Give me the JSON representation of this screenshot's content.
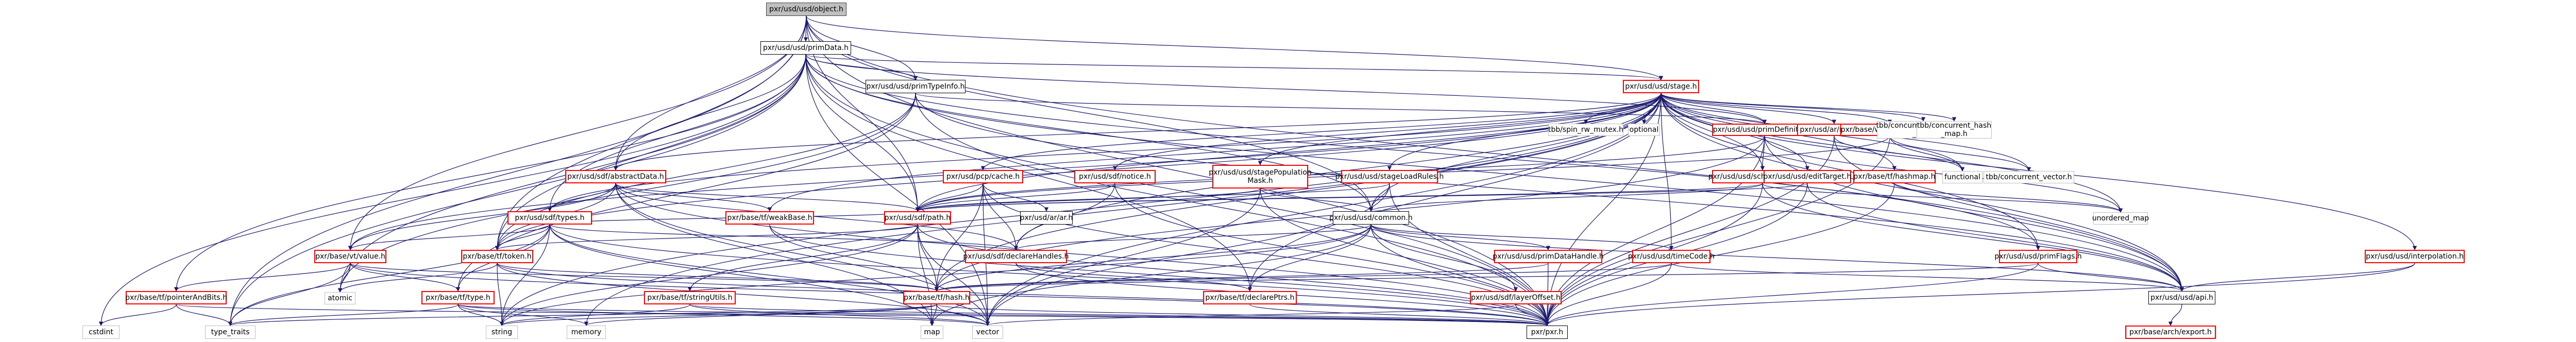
{
  "graph": {
    "type": "include-dependency-graph",
    "root": "pxr/usd/usd/object.h",
    "nodes": [
      {
        "id": "object",
        "label": "pxr/usd/usd/object.h",
        "style": "root"
      },
      {
        "id": "primData",
        "label": "pxr/usd/usd/primData.h",
        "style": "black"
      },
      {
        "id": "primTypeInfo",
        "label": "pxr/usd/usd/primTypeInfo.h",
        "style": "black"
      },
      {
        "id": "stage",
        "label": "pxr/usd/usd/stage.h",
        "style": "red"
      },
      {
        "id": "spin",
        "label": "tbb/spin_rw_mutex.h",
        "style": "gray"
      },
      {
        "id": "optional",
        "label": "optional",
        "style": "gray"
      },
      {
        "id": "primDefinition",
        "label": "pxr/usd/usd/primDefinition.h",
        "style": "red"
      },
      {
        "id": "arNotice",
        "label": "pxr/usd/ar/notice.h",
        "style": "red"
      },
      {
        "id": "dispatcher",
        "label": "pxr/base/work/dispatcher.h",
        "style": "red"
      },
      {
        "id": "cuset",
        "label": "tbb/concurrent_unordered\n_set.h",
        "style": "gray"
      },
      {
        "id": "chmap",
        "label": "tbb/concurrent_hash\n_map.h",
        "style": "gray"
      },
      {
        "id": "abstractData",
        "label": "pxr/usd/sdf/abstractData.h",
        "style": "red"
      },
      {
        "id": "pcpCache",
        "label": "pxr/usd/pcp/cache.h",
        "style": "red"
      },
      {
        "id": "sdfNotice",
        "label": "pxr/usd/sdf/notice.h",
        "style": "red"
      },
      {
        "id": "popMask",
        "label": "pxr/usd/usd/stagePopulation\nMask.h",
        "style": "red"
      },
      {
        "id": "loadRules",
        "label": "pxr/usd/usd/stageLoadRules.h",
        "style": "red"
      },
      {
        "id": "schemaRegistry",
        "label": "pxr/usd/usd/schemaRegistry.h",
        "style": "red"
      },
      {
        "id": "editTarget",
        "label": "pxr/usd/usd/editTarget.h",
        "style": "red"
      },
      {
        "id": "hashmap",
        "label": "pxr/base/tf/hashmap.h",
        "style": "red"
      },
      {
        "id": "functional",
        "label": "functional",
        "style": "gray"
      },
      {
        "id": "cvector",
        "label": "tbb/concurrent_vector.h",
        "style": "gray"
      },
      {
        "id": "sdfTypes",
        "label": "pxr/usd/sdf/types.h",
        "style": "red"
      },
      {
        "id": "weakBase",
        "label": "pxr/base/tf/weakBase.h",
        "style": "red"
      },
      {
        "id": "sdfPath",
        "label": "pxr/usd/sdf/path.h",
        "style": "red"
      },
      {
        "id": "arAr",
        "label": "pxr/usd/ar/ar.h",
        "style": "black"
      },
      {
        "id": "common",
        "label": "pxr/usd/usd/common.h",
        "style": "black"
      },
      {
        "id": "umap",
        "label": "unordered_map",
        "style": "gray"
      },
      {
        "id": "vtValue",
        "label": "pxr/base/vt/value.h",
        "style": "red"
      },
      {
        "id": "tfToken",
        "label": "pxr/base/tf/token.h",
        "style": "red"
      },
      {
        "id": "declareHandles",
        "label": "pxr/usd/sdf/declareHandles.h",
        "style": "red"
      },
      {
        "id": "primDataHandle",
        "label": "pxr/usd/usd/primDataHandle.h",
        "style": "red"
      },
      {
        "id": "timeCode",
        "label": "pxr/usd/usd/timeCode.h",
        "style": "red"
      },
      {
        "id": "primFlags",
        "label": "pxr/usd/usd/primFlags.h",
        "style": "red"
      },
      {
        "id": "interpolation",
        "label": "pxr/usd/usd/interpolation.h",
        "style": "red"
      },
      {
        "id": "ptrAndBits",
        "label": "pxr/base/tf/pointerAndBits.h",
        "style": "red"
      },
      {
        "id": "atomic",
        "label": "atomic",
        "style": "gray"
      },
      {
        "id": "tfType",
        "label": "pxr/base/tf/type.h",
        "style": "red"
      },
      {
        "id": "stringUtils",
        "label": "pxr/base/tf/stringUtils.h",
        "style": "red"
      },
      {
        "id": "tfHash",
        "label": "pxr/base/tf/hash.h",
        "style": "red"
      },
      {
        "id": "declarePtrs",
        "label": "pxr/base/tf/declarePtrs.h",
        "style": "red"
      },
      {
        "id": "layerOffset",
        "label": "pxr/usd/sdf/layerOffset.h",
        "style": "red"
      },
      {
        "id": "usdApi",
        "label": "pxr/usd/usd/api.h",
        "style": "black"
      },
      {
        "id": "cstdint",
        "label": "cstdint",
        "style": "gray"
      },
      {
        "id": "typeTraits",
        "label": "type_traits",
        "style": "gray"
      },
      {
        "id": "string",
        "label": "string",
        "style": "gray"
      },
      {
        "id": "memory",
        "label": "memory",
        "style": "gray"
      },
      {
        "id": "map",
        "label": "map",
        "style": "gray"
      },
      {
        "id": "vector",
        "label": "vector",
        "style": "gray"
      },
      {
        "id": "pxr",
        "label": "pxr/pxr.h",
        "style": "black"
      },
      {
        "id": "archExport",
        "label": "pxr/base/arch/export.h",
        "style": "red"
      }
    ],
    "edges": [
      [
        "object",
        "primData"
      ],
      [
        "object",
        "stage"
      ],
      [
        "object",
        "common"
      ],
      [
        "object",
        "sdfPath"
      ],
      [
        "object",
        "abstractData"
      ],
      [
        "object",
        "primTypeInfo"
      ],
      [
        "object",
        "usdApi"
      ],
      [
        "object",
        "pxr"
      ],
      [
        "object",
        "typeTraits"
      ],
      [
        "object",
        "tfToken"
      ],
      [
        "object",
        "vtValue"
      ],
      [
        "primData",
        "primTypeInfo"
      ],
      [
        "primData",
        "stage"
      ],
      [
        "primData",
        "primDefinition"
      ],
      [
        "primData",
        "primFlags"
      ],
      [
        "primData",
        "sdfTypes"
      ],
      [
        "primData",
        "sdfPath"
      ],
      [
        "primData",
        "tfToken"
      ],
      [
        "primData",
        "ptrAndBits"
      ],
      [
        "primData",
        "declarePtrs"
      ],
      [
        "primData",
        "usdApi"
      ],
      [
        "primData",
        "pxr"
      ],
      [
        "primData",
        "cstdint"
      ],
      [
        "primData",
        "typeTraits"
      ],
      [
        "primData",
        "vector"
      ],
      [
        "primData",
        "atomic"
      ],
      [
        "primData",
        "common"
      ],
      [
        "primData",
        "abstractData"
      ],
      [
        "primTypeInfo",
        "primDefinition"
      ],
      [
        "primTypeInfo",
        "tfToken"
      ],
      [
        "primTypeInfo",
        "tfType"
      ],
      [
        "primTypeInfo",
        "atomic"
      ],
      [
        "primTypeInfo",
        "pxr"
      ],
      [
        "primTypeInfo",
        "usdApi"
      ],
      [
        "stage",
        "spin"
      ],
      [
        "stage",
        "optional"
      ],
      [
        "stage",
        "primDefinition"
      ],
      [
        "stage",
        "arNotice"
      ],
      [
        "stage",
        "dispatcher"
      ],
      [
        "stage",
        "cuset"
      ],
      [
        "stage",
        "chmap"
      ],
      [
        "stage",
        "abstractData"
      ],
      [
        "stage",
        "pcpCache"
      ],
      [
        "stage",
        "sdfNotice"
      ],
      [
        "stage",
        "popMask"
      ],
      [
        "stage",
        "loadRules"
      ],
      [
        "stage",
        "schemaRegistry"
      ],
      [
        "stage",
        "editTarget"
      ],
      [
        "stage",
        "hashmap"
      ],
      [
        "stage",
        "functional"
      ],
      [
        "stage",
        "cvector"
      ],
      [
        "stage",
        "sdfTypes"
      ],
      [
        "stage",
        "weakBase"
      ],
      [
        "stage",
        "sdfPath"
      ],
      [
        "stage",
        "common"
      ],
      [
        "stage",
        "vtValue"
      ],
      [
        "stage",
        "tfToken"
      ],
      [
        "stage",
        "declareHandles"
      ],
      [
        "stage",
        "timeCode"
      ],
      [
        "stage",
        "primFlags"
      ],
      [
        "stage",
        "interpolation"
      ],
      [
        "stage",
        "tfHash"
      ],
      [
        "stage",
        "declarePtrs"
      ],
      [
        "stage",
        "usdApi"
      ],
      [
        "stage",
        "pxr"
      ],
      [
        "stage",
        "string"
      ],
      [
        "stage",
        "memory"
      ],
      [
        "stage",
        "vector"
      ],
      [
        "stage",
        "umap"
      ],
      [
        "primDefinition",
        "schemaRegistry"
      ],
      [
        "primDefinition",
        "sdfPath"
      ],
      [
        "primDefinition",
        "tfHash"
      ],
      [
        "primDefinition",
        "usdApi"
      ],
      [
        "primDefinition",
        "pxr"
      ],
      [
        "primDefinition",
        "umap"
      ],
      [
        "arNotice",
        "functional"
      ],
      [
        "arNotice",
        "usdApi"
      ],
      [
        "arNotice",
        "pxr"
      ],
      [
        "dispatcher",
        "functional"
      ],
      [
        "dispatcher",
        "cvector"
      ],
      [
        "dispatcher",
        "pxr"
      ],
      [
        "dispatcher",
        "sdfPath"
      ],
      [
        "abstractData",
        "sdfTypes"
      ],
      [
        "abstractData",
        "weakBase"
      ],
      [
        "abstractData",
        "sdfPath"
      ],
      [
        "abstractData",
        "vtValue"
      ],
      [
        "abstractData",
        "tfToken"
      ],
      [
        "abstractData",
        "declareHandles"
      ],
      [
        "abstractData",
        "pxr"
      ],
      [
        "abstractData",
        "vector"
      ],
      [
        "abstractData",
        "map"
      ],
      [
        "pcpCache",
        "sdfPath"
      ],
      [
        "pcpCache",
        "arAr"
      ],
      [
        "pcpCache",
        "declareHandles"
      ],
      [
        "pcpCache",
        "tfHash"
      ],
      [
        "pcpCache",
        "pxr"
      ],
      [
        "pcpCache",
        "vector"
      ],
      [
        "sdfNotice",
        "sdfPath"
      ],
      [
        "sdfNotice",
        "declareHandles"
      ],
      [
        "sdfNotice",
        "pxr"
      ],
      [
        "popMask",
        "sdfPath"
      ],
      [
        "popMask",
        "common"
      ],
      [
        "popMask",
        "pxr"
      ],
      [
        "popMask",
        "vector"
      ],
      [
        "loadRules",
        "sdfPath"
      ],
      [
        "loadRules",
        "common"
      ],
      [
        "loadRules",
        "pxr"
      ],
      [
        "loadRules",
        "vector"
      ],
      [
        "schemaRegistry",
        "common"
      ],
      [
        "schemaRegistry",
        "sdfPath"
      ],
      [
        "schemaRegistry",
        "usdApi"
      ],
      [
        "schemaRegistry",
        "pxr"
      ],
      [
        "schemaRegistry",
        "umap"
      ],
      [
        "editTarget",
        "sdfPath"
      ],
      [
        "editTarget",
        "usdApi"
      ],
      [
        "editTarget",
        "pxr"
      ],
      [
        "hashmap",
        "umap"
      ],
      [
        "hashmap",
        "pxr"
      ],
      [
        "sdfTypes",
        "vtValue"
      ],
      [
        "sdfTypes",
        "tfToken"
      ],
      [
        "sdfTypes",
        "tfType"
      ],
      [
        "sdfTypes",
        "declareHandles"
      ],
      [
        "sdfTypes",
        "sdfPath"
      ],
      [
        "sdfTypes",
        "string"
      ],
      [
        "sdfTypes",
        "map"
      ],
      [
        "sdfTypes",
        "vector"
      ],
      [
        "sdfTypes",
        "typeTraits"
      ],
      [
        "sdfTypes",
        "pxr"
      ],
      [
        "weakBase",
        "tfHash"
      ],
      [
        "weakBase",
        "pxr"
      ],
      [
        "sdfPath",
        "tfToken"
      ],
      [
        "sdfPath",
        "stringUtils"
      ],
      [
        "sdfPath",
        "tfHash"
      ],
      [
        "sdfPath",
        "pxr"
      ],
      [
        "sdfPath",
        "string"
      ],
      [
        "sdfPath",
        "vector"
      ],
      [
        "sdfPath",
        "map"
      ],
      [
        "common",
        "declareHandles"
      ],
      [
        "common",
        "primDataHandle"
      ],
      [
        "common",
        "timeCode"
      ],
      [
        "common",
        "layerOffset"
      ],
      [
        "common",
        "tfHash"
      ],
      [
        "common",
        "declarePtrs"
      ],
      [
        "common",
        "usdApi"
      ],
      [
        "common",
        "pxr"
      ],
      [
        "common",
        "string"
      ],
      [
        "common",
        "map"
      ],
      [
        "vtValue",
        "ptrAndBits"
      ],
      [
        "vtValue",
        "tfType"
      ],
      [
        "vtValue",
        "tfHash"
      ],
      [
        "vtValue",
        "atomic"
      ],
      [
        "vtValue",
        "typeTraits"
      ],
      [
        "vtValue",
        "pxr"
      ],
      [
        "tfToken",
        "tfHash"
      ],
      [
        "tfToken",
        "atomic"
      ],
      [
        "tfToken",
        "string"
      ],
      [
        "tfToken",
        "vector"
      ],
      [
        "tfToken",
        "pxr"
      ],
      [
        "declareHandles",
        "declarePtrs"
      ],
      [
        "declareHandles",
        "pxr"
      ],
      [
        "primDataHandle",
        "tfHash"
      ],
      [
        "primDataHandle",
        "pxr"
      ],
      [
        "timeCode",
        "usdApi"
      ],
      [
        "timeCode",
        "pxr"
      ],
      [
        "timeCode",
        "tfHash"
      ],
      [
        "primFlags",
        "tfHash"
      ],
      [
        "primFlags",
        "usdApi"
      ],
      [
        "primFlags",
        "pxr"
      ],
      [
        "interpolation",
        "usdApi"
      ],
      [
        "interpolation",
        "pxr"
      ],
      [
        "ptrAndBits",
        "typeTraits"
      ],
      [
        "ptrAndBits",
        "cstdint"
      ],
      [
        "ptrAndBits",
        "pxr"
      ],
      [
        "tfType",
        "typeTraits"
      ],
      [
        "tfType",
        "string"
      ],
      [
        "tfType",
        "memory"
      ],
      [
        "tfType",
        "vector"
      ],
      [
        "tfType",
        "pxr"
      ],
      [
        "stringUtils",
        "string"
      ],
      [
        "stringUtils",
        "vector"
      ],
      [
        "stringUtils",
        "pxr"
      ],
      [
        "tfHash",
        "typeTraits"
      ],
      [
        "tfHash",
        "string"
      ],
      [
        "tfHash",
        "memory"
      ],
      [
        "tfHash",
        "map"
      ],
      [
        "tfHash",
        "vector"
      ],
      [
        "tfHash",
        "pxr"
      ],
      [
        "declarePtrs",
        "pxr"
      ],
      [
        "layerOffset",
        "pxr"
      ],
      [
        "layerOffset",
        "vector"
      ],
      [
        "usdApi",
        "archExport"
      ]
    ]
  },
  "colors": {
    "edge": "#191970",
    "red_border": "#ff0000",
    "root_fill": "#bfbfbf"
  }
}
